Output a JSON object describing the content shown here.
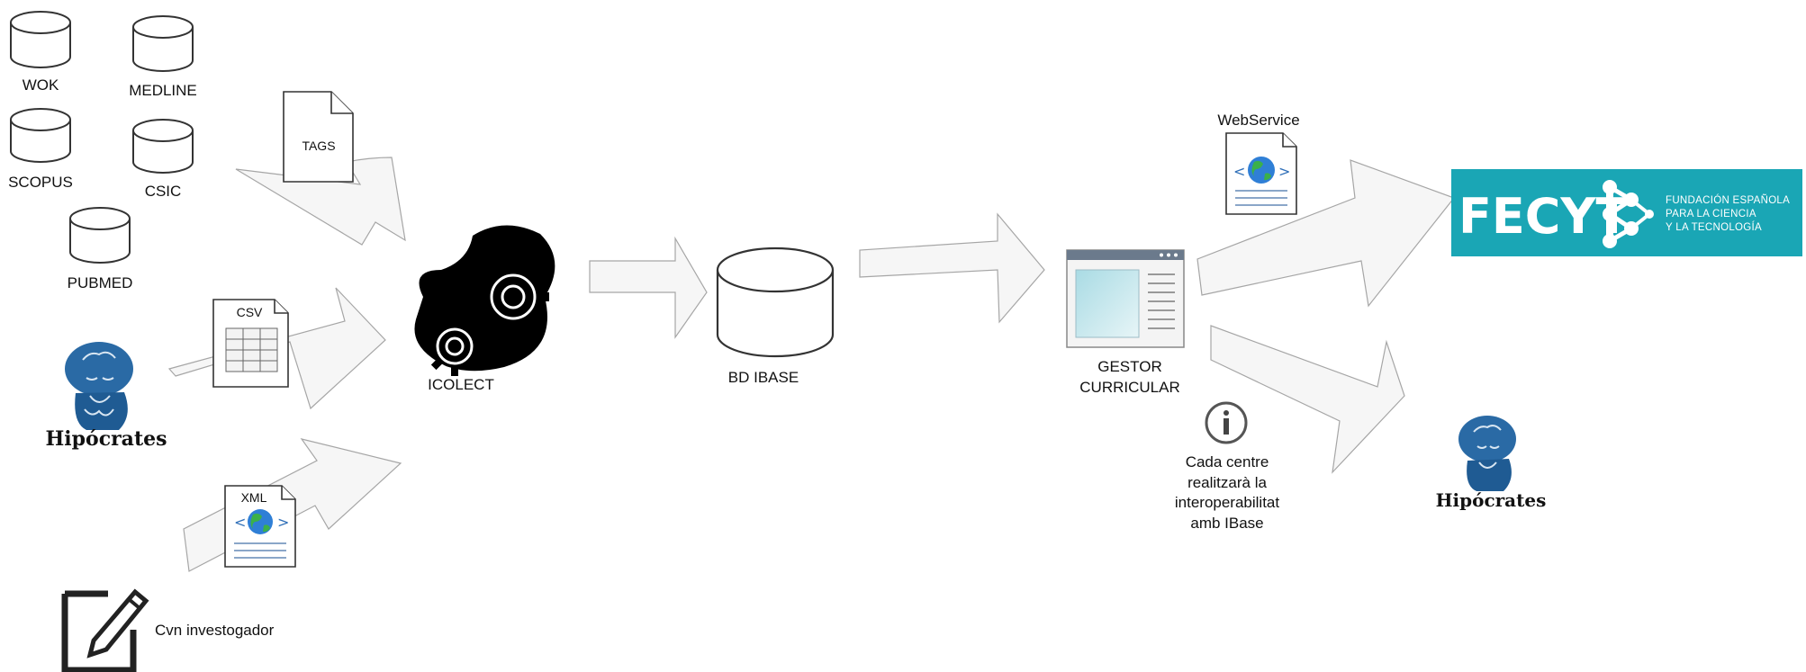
{
  "sources": {
    "databases": [
      {
        "label": "WOK"
      },
      {
        "label": "MEDLINE"
      },
      {
        "label": "SCOPUS"
      },
      {
        "label": "CSIC"
      },
      {
        "label": "PUBMED"
      }
    ],
    "tags_doc": "TAGS",
    "csv_doc": "CSV",
    "xml_doc": "XML",
    "hipocrates": "Hipócrates",
    "cvn": "Cvn investogador"
  },
  "process": {
    "icolect": "ICOLECT",
    "bd_ibase": "BD IBASE",
    "gestor_line1": "GESTOR",
    "gestor_line2": "CURRICULAR"
  },
  "outputs": {
    "webservice": "WebService",
    "fecyt_word": "FECYT",
    "fecyt_line1": "FUNDACIÓN ESPAÑOLA",
    "fecyt_line2": "PARA LA CIENCIA",
    "fecyt_line3": "Y LA TECNOLOGÍA",
    "hipocrates": "Hipócrates",
    "info_lines": [
      "Cada centre",
      "realitzarà la",
      "interoperabilitat",
      "amb IBase"
    ]
  },
  "colors": {
    "fecyt_teal": "#1aa6b5",
    "arrow_fill": "#f6f6f6",
    "arrow_stroke": "#a6a6a6",
    "globe_blue": "#2f7fd6",
    "globe_green": "#3bb04a"
  }
}
